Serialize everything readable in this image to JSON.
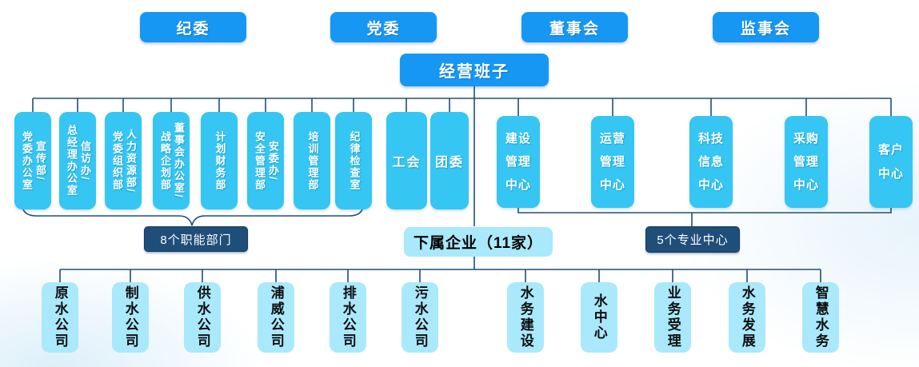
{
  "colors": {
    "node_blue": "#1697f4",
    "node_cyan": "#35c6f3",
    "node_pale_cyan": "#a9e9fb",
    "label_navy": "#1f4e79",
    "line_navy": "#1f4e79",
    "text_white": "#ffffff",
    "text_black": "#0d0d0d"
  },
  "top_row": {
    "items": [
      {
        "label": "纪委"
      },
      {
        "label": "党委"
      },
      {
        "label": "董事会"
      },
      {
        "label": "监事会"
      }
    ]
  },
  "management": {
    "label": "经营班子"
  },
  "functional": {
    "brace_label": "8个职能部门",
    "departments": [
      {
        "col_left": "党委办公室",
        "col_right": "宣传部/"
      },
      {
        "col_left": "总经理办公室",
        "col_right": "信访办/"
      },
      {
        "col_left": "党委组织部",
        "col_right": "人力资源部/"
      },
      {
        "col_left": "战略企划部",
        "col_right": "董事会办公室/"
      },
      {
        "col_left": "计划财务部",
        "col_right": ""
      },
      {
        "col_left": "安全管理部",
        "col_right": "安委办/"
      },
      {
        "col_left": "培训管理部",
        "col_right": ""
      },
      {
        "col_left": "纪律检查室",
        "col_right": ""
      }
    ],
    "mass_orgs": [
      {
        "label": "工会"
      },
      {
        "label": "团委"
      }
    ]
  },
  "centers": {
    "bracket_label": "5个专业中心",
    "items": [
      {
        "label": "建设\n管理\n中心"
      },
      {
        "label": "运营\n管理\n中心"
      },
      {
        "label": "科技\n信息\n中心"
      },
      {
        "label": "采购\n管理\n中心"
      },
      {
        "label": "客户\n中心"
      }
    ]
  },
  "subsidiaries": {
    "group_label": "下属企业（11家）",
    "items": [
      {
        "label": "原水公司"
      },
      {
        "label": "制水公司"
      },
      {
        "label": "供水公司"
      },
      {
        "label": "浦威公司"
      },
      {
        "label": "排水公司"
      },
      {
        "label": "污水公司"
      },
      {
        "label": "水务建设"
      },
      {
        "label": "水中心"
      },
      {
        "label": "业务受理"
      },
      {
        "label": "水务发展"
      },
      {
        "label": "智慧水务"
      }
    ]
  }
}
